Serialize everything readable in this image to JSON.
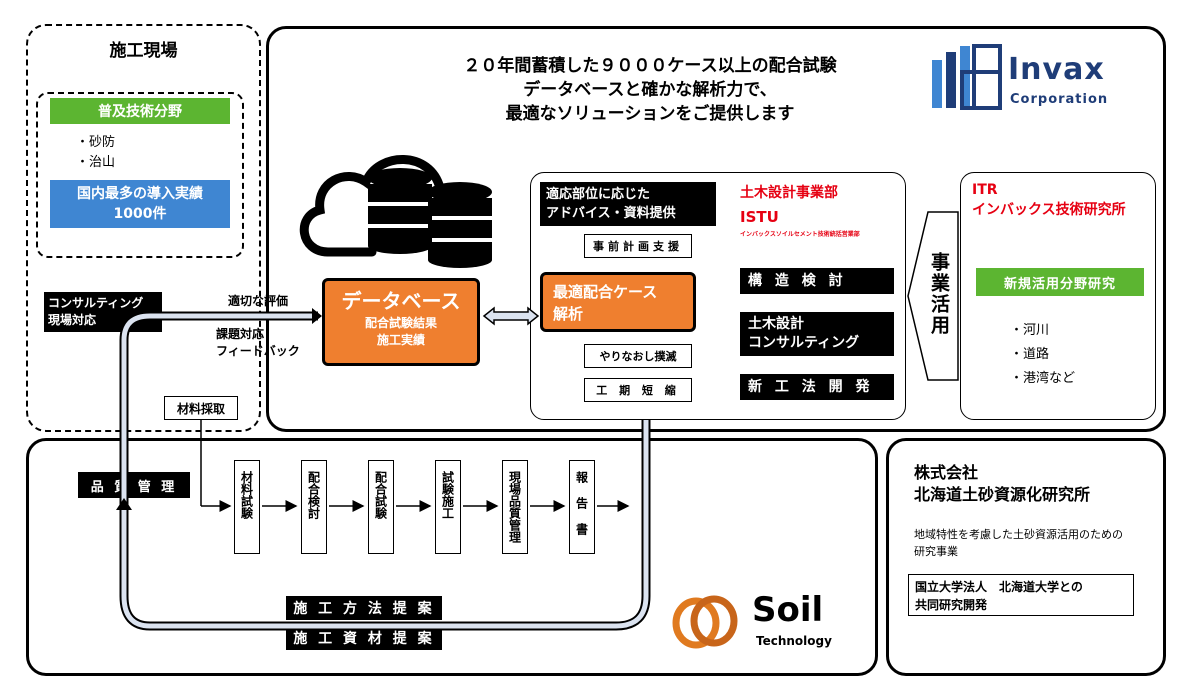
{
  "site": {
    "title": "施工現場",
    "spread_header": "普及技術分野",
    "spread_items": [
      "・砂防",
      "・治山"
    ],
    "record_line1": "国内最多の導入実績",
    "record_line2": "1000件",
    "consulting_line1": "コンサルティング",
    "consulting_line2": "現場対応"
  },
  "headline": [
    "２０年間蓄積した９０００ケース以上の配合試験",
    "データベースと確かな解析力で、",
    "最適なソリューションをご提供します"
  ],
  "invax": {
    "name": "Invax",
    "sub": "Corporation"
  },
  "database": {
    "title": "データベース",
    "line1": "配合試験結果",
    "line2": "施工実績"
  },
  "flow_labels": {
    "evaluation": "適切な評価",
    "feedback_line1": "課題対応",
    "feedback_line2": "フィードバック",
    "material_sampling": "材料採取",
    "quality_control": "品 質 管 理"
  },
  "center": {
    "advice_line1": "適応部位に応じた",
    "advice_line2": "アドバイス・資料提供",
    "plan_support": "事前計画支援",
    "optimal_line1": "最適配合ケース",
    "optimal_line2": "解析",
    "redo_reduction": "やりなおし撲滅",
    "schedule": "工 期 短 縮",
    "civil_division": "土木設計事業部",
    "istu": "ISTU",
    "istu_sub": "インバックスソイルセメント技術統括営業部",
    "structure": "構 造 検 討",
    "civil_design_line1": "土木設計",
    "civil_design_line2": "コンサルティング",
    "new_method": "新 工 法 開 発"
  },
  "business_use": "事業活用",
  "itr": {
    "line1": "ITR",
    "line2": "インバックス技術研究所",
    "research": "新規活用分野研究",
    "items": [
      "・河川",
      "・道路",
      "・港湾など"
    ]
  },
  "process_steps": [
    "材料試験",
    "配合検討",
    "配合試験",
    "試験施工",
    "現場品質管理",
    "報告書"
  ],
  "proposals": [
    "施 工 方 法 提 案",
    "施 工 資 材 提 案"
  ],
  "soil": {
    "name": "Soil",
    "sub": "Technology"
  },
  "hokkaido": {
    "line1": "株式会社",
    "line2": "北海道土砂資源化研究所",
    "description_line1": "地域特性を考慮した土砂資源活用のための",
    "description_line2": "研究事業",
    "partner_line1": "国立大学法人　北海道大学との",
    "partner_line2": "共同研究開発"
  },
  "colors": {
    "orange": "#ef7f2f",
    "green": "#5cb531",
    "blue": "#3f86d2",
    "red": "#e60012",
    "navy": "#1f3d78",
    "soil_orange": "#e07a1f"
  },
  "icons": [
    "cloud-database-icon",
    "invax-logo-icon",
    "soil-logo-icon"
  ]
}
